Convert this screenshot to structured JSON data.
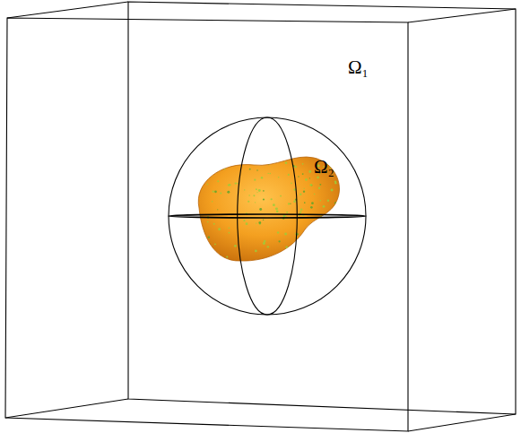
{
  "diagram": {
    "nodes": [
      {
        "text": [
          "Ω₁"
        ]
      },
      {
        "text": [
          "Ω₂"
        ],
        "in": 0
      }
    ]
  }
}
